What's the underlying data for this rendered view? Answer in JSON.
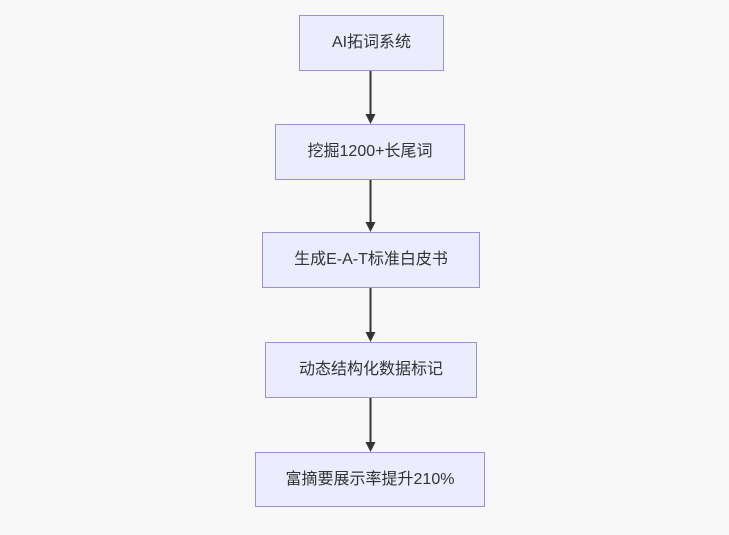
{
  "theme": {
    "canvas_bg": "#f8f8f8",
    "node_fill": "#ECECFF",
    "node_stroke": "#9f8fd8",
    "arrow_color": "#333333",
    "text_color": "#333333"
  },
  "diagram": {
    "type": "flowchart",
    "direction": "top-down",
    "nodes": [
      {
        "id": "ai-keyword-system",
        "label": "AI拓词系统"
      },
      {
        "id": "mine-longtail-keywords",
        "label": "挖掘1200+长尾词"
      },
      {
        "id": "generate-eat-whitepaper",
        "label": "生成E-A-T标准白皮书"
      },
      {
        "id": "dynamic-structured-data",
        "label": "动态结构化数据标记"
      },
      {
        "id": "rich-snippet-uplift",
        "label": "富摘要展示率提升210%"
      }
    ],
    "edges": [
      {
        "from": "ai-keyword-system",
        "to": "mine-longtail-keywords"
      },
      {
        "from": "mine-longtail-keywords",
        "to": "generate-eat-whitepaper"
      },
      {
        "from": "generate-eat-whitepaper",
        "to": "dynamic-structured-data"
      },
      {
        "from": "dynamic-structured-data",
        "to": "rich-snippet-uplift"
      }
    ]
  }
}
